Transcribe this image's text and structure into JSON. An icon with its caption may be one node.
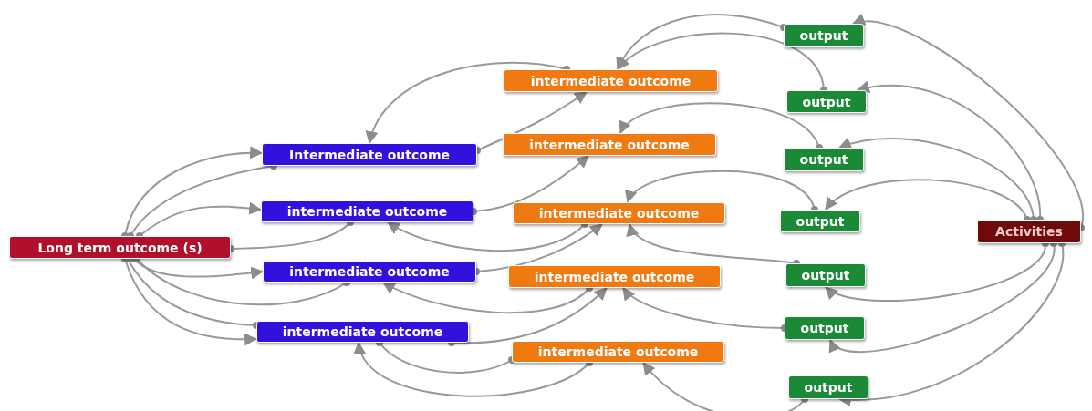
{
  "diagram": {
    "nodes": [
      {
        "text": [
          "Long term outcome (s)"
        ]
      },
      {
        "text": [
          "Intermediate outcome"
        ]
      },
      {
        "text": [
          "intermediate outcome"
        ]
      },
      {
        "text": [
          "intermediate outcome"
        ]
      },
      {
        "text": [
          "intermediate outcome"
        ]
      },
      {
        "text": [
          "intermediate outcome"
        ]
      },
      {
        "text": [
          "intermediate outcome"
        ]
      },
      {
        "text": [
          "intermediate outcome"
        ]
      },
      {
        "text": [
          "intermediate outcome"
        ]
      },
      {
        "text": [
          "intermediate outcome"
        ]
      },
      {
        "text": [
          "output"
        ]
      },
      {
        "text": [
          "output"
        ]
      },
      {
        "text": [
          "output"
        ]
      },
      {
        "text": [
          "output"
        ]
      },
      {
        "text": [
          "output"
        ]
      },
      {
        "text": [
          "output"
        ]
      },
      {
        "text": [
          "output"
        ]
      },
      {
        "text": [
          "Activities"
        ]
      }
    ],
    "edges": [
      {
        "from": 17,
        "to": 10,
        "arrow": "to"
      },
      {
        "from": 17,
        "to": 11,
        "arrow": "to"
      },
      {
        "from": 17,
        "to": 12,
        "arrow": "to"
      },
      {
        "from": 17,
        "to": 13,
        "arrow": "to"
      },
      {
        "from": 17,
        "to": 14,
        "arrow": "to"
      },
      {
        "from": 17,
        "to": 15,
        "arrow": "to"
      },
      {
        "from": 17,
        "to": 16,
        "arrow": "to"
      },
      {
        "from": 10,
        "to": 5,
        "arrow": "to"
      },
      {
        "from": 11,
        "to": 5,
        "arrow": "to"
      },
      {
        "from": 12,
        "to": 6,
        "arrow": "to"
      },
      {
        "from": 13,
        "to": 7,
        "arrow": "to"
      },
      {
        "from": 14,
        "to": 7,
        "arrow": "to"
      },
      {
        "from": 15,
        "to": 8,
        "arrow": "to"
      },
      {
        "from": 16,
        "to": 9,
        "arrow": "to"
      },
      {
        "from": 5,
        "to": 1,
        "arrow": "to"
      },
      {
        "from": 1,
        "to": 5,
        "arrow": "to"
      },
      {
        "from": 2,
        "to": 6,
        "arrow": "to"
      },
      {
        "from": 3,
        "to": 7,
        "arrow": "to"
      },
      {
        "from": 4,
        "to": 8,
        "arrow": "to"
      },
      {
        "from": 7,
        "to": 2,
        "arrow": "to"
      },
      {
        "from": 8,
        "to": 3,
        "arrow": "to"
      },
      {
        "from": 9,
        "to": 4,
        "arrow": "to"
      },
      {
        "from": 4,
        "to": 9,
        "arrow": "other"
      },
      {
        "from": 2,
        "to": 0,
        "arrow": "other"
      },
      {
        "from": 0,
        "to": 1,
        "arrow": "to"
      },
      {
        "from": 0,
        "to": 1,
        "arrow": "other"
      },
      {
        "from": 0,
        "to": 2,
        "arrow": "to"
      },
      {
        "from": 0,
        "to": 3,
        "arrow": "to"
      },
      {
        "from": 0,
        "to": 3,
        "arrow": "other"
      },
      {
        "from": 0,
        "to": 4,
        "arrow": "other"
      },
      {
        "from": 0,
        "to": 4,
        "arrow": "to"
      }
    ]
  }
}
